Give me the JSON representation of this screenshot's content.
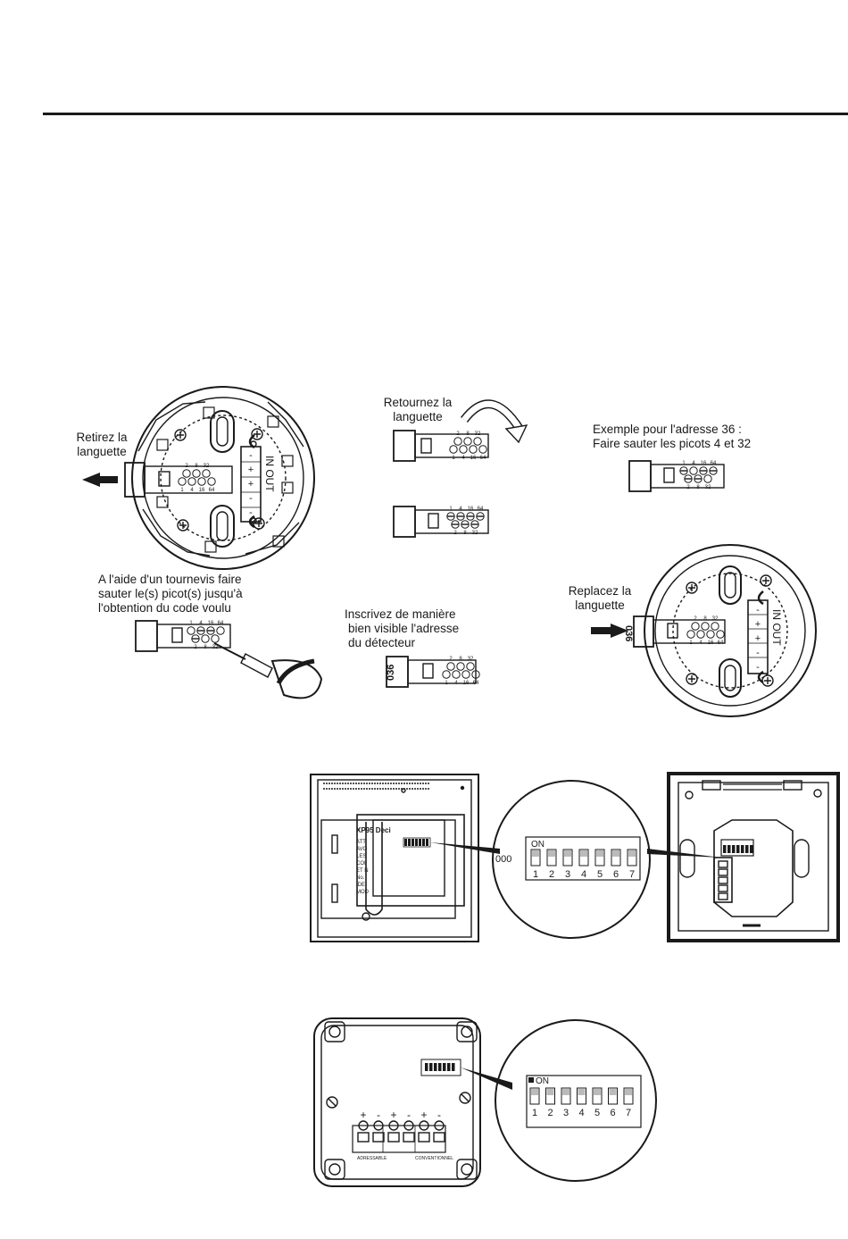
{
  "captions": {
    "retirez": [
      "Retirez la",
      "languette"
    ],
    "retournez": [
      "Retournez la",
      "languette"
    ],
    "exemple": [
      "Exemple pour l'adresse 36 :",
      "Faire sauter les picots 4 et 32"
    ],
    "tournevis": [
      "A l'aide d'un tournevis faire",
      "sauter le(s) picot(s) jusqu'à",
      "l'obtention du code voulu"
    ],
    "inscrivez": [
      "Inscrivez de manière",
      "bien visible l'adresse",
      "du détecteur"
    ],
    "replacez": [
      "Replacez la",
      "languette"
    ]
  },
  "tab_numbers": {
    "top": [
      "2",
      "8",
      "32"
    ],
    "bottom": [
      "1",
      "4",
      "16",
      "64"
    ]
  },
  "tab_numbers_flipped": {
    "top": [
      "1",
      "4",
      "16",
      "64"
    ],
    "bottom": [
      "2",
      "8",
      "32"
    ]
  },
  "terminal_label": "IN OUT",
  "terminal_signs": [
    "-",
    "+",
    "+",
    "-",
    "-"
  ],
  "address_label": "036",
  "dip": {
    "value_label": "000",
    "on_label": "ON",
    "numbers": [
      "1",
      "2",
      "3",
      "4",
      "5",
      "6",
      "7"
    ]
  },
  "panel_label": "XP95 Deci",
  "panel_lines": [
    "ATT",
    "AVO",
    "LES",
    "COI",
    "ET N",
    "No.",
    "IDE",
    "MOD"
  ],
  "box_terminals": [
    "+",
    "-",
    "+",
    "-",
    "+",
    "-"
  ],
  "box_footer": [
    "ADRESSABLE",
    "CONVENTIONNEL"
  ]
}
